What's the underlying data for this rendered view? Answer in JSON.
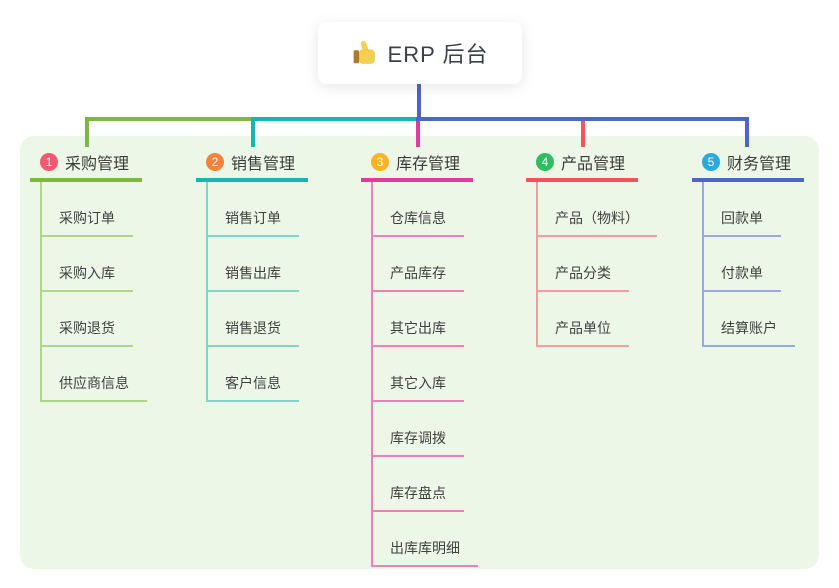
{
  "root": {
    "label": "ERP 后台",
    "icon": "thumbs-up-icon"
  },
  "branches": [
    {
      "badge": "1",
      "label": "采购管理",
      "badge_color": "#f4586e",
      "line_color": "#7cb93d",
      "child_line_color": "#afd589",
      "children": [
        "采购订单",
        "采购入库",
        "采购退货",
        "供应商信息"
      ]
    },
    {
      "badge": "2",
      "label": "销售管理",
      "badge_color": "#f6823c",
      "line_color": "#15b7b0",
      "child_line_color": "#7fd4cd",
      "children": [
        "销售订单",
        "销售出库",
        "销售退货",
        "客户信息"
      ]
    },
    {
      "badge": "3",
      "label": "库存管理",
      "badge_color": "#ffb324",
      "line_color": "#e13c9b",
      "child_line_color": "#f080bd",
      "children": [
        "仓库信息",
        "产品库存",
        "其它出库",
        "其它入库",
        "库存调拨",
        "库存盘点",
        "出库库明细"
      ]
    },
    {
      "badge": "4",
      "label": "产品管理",
      "badge_color": "#2fbe5f",
      "line_color": "#f4525d",
      "child_line_color": "#f79ba1",
      "children": [
        "产品（物料）",
        "产品分类",
        "产品单位"
      ]
    },
    {
      "badge": "5",
      "label": "财务管理",
      "badge_color": "#29a9e0",
      "line_color": "#4d66c9",
      "child_line_color": "#96a9e6",
      "children": [
        "回款单",
        "付款单",
        "结算账户"
      ]
    }
  ],
  "colors": {
    "panel_background": "#edf7e8",
    "root_connector": "#4f64c8",
    "root_text": "#3a3f4a",
    "child_text": "#404040"
  }
}
